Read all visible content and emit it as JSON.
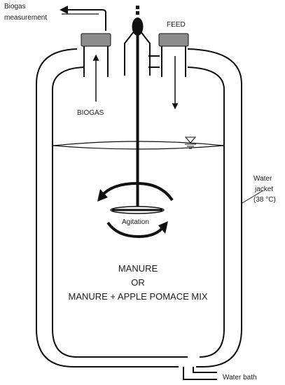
{
  "labels": {
    "biogas_measurement_line1": "Biogas",
    "biogas_measurement_line2": "measurement",
    "feed": "FEED",
    "biogas": "BIOGAS",
    "water_jacket_line1": "Water",
    "water_jacket_line2": "jacket",
    "water_jacket_line3": "(38 °C)",
    "agitation": "Agitation",
    "content_line1": "MANURE",
    "content_line2": "OR",
    "content_line3": "MANURE + APPLE POMACE MIX",
    "water_bath": "Water bath"
  },
  "colors": {
    "line": "#111111",
    "cap": "#8c8c8c",
    "background": "#ffffff"
  }
}
